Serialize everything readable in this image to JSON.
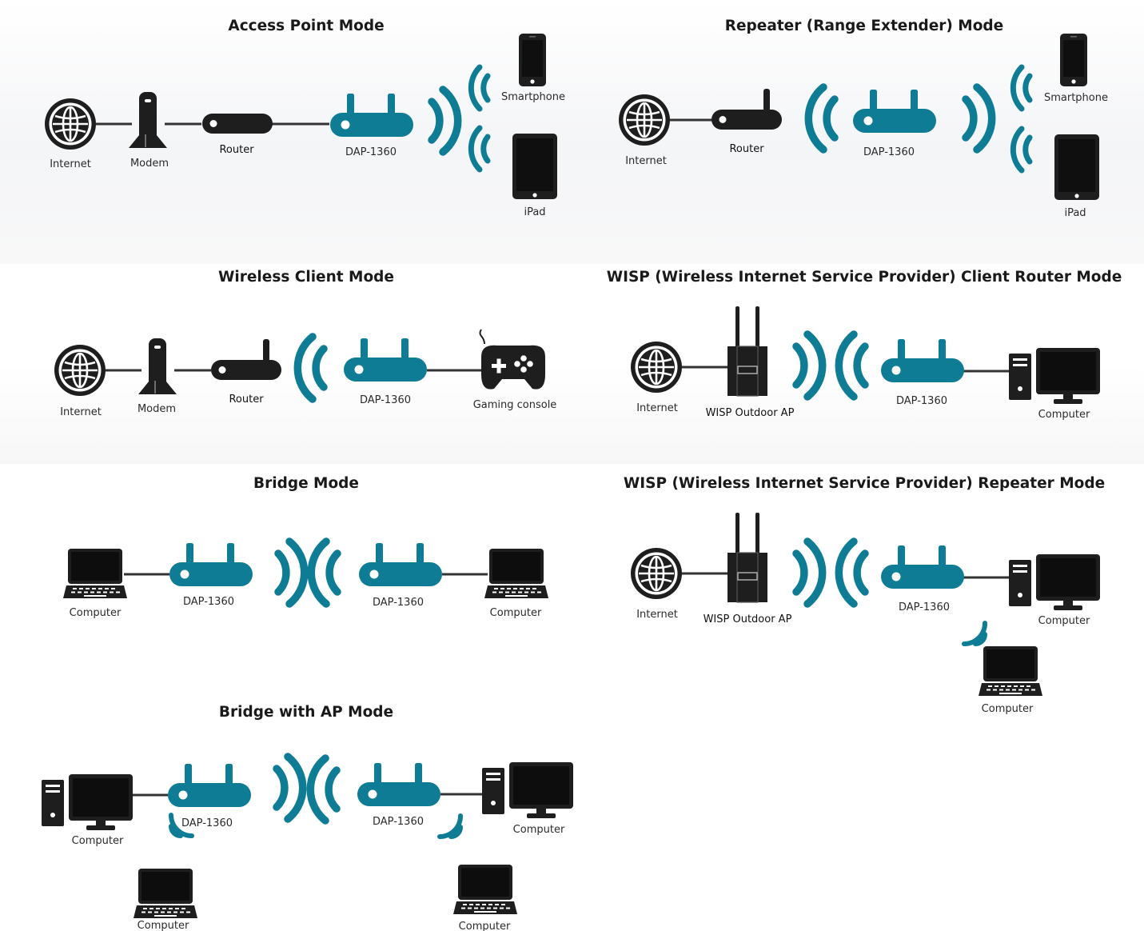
{
  "colors": {
    "accent": "#0f7c96",
    "device_dark": "#141414",
    "link": "#333333"
  },
  "sections": [
    {
      "title": "Access Point Mode",
      "labels": {
        "internet": "Internet",
        "modem": "Modem",
        "router": "Router",
        "dap": "DAP-1360",
        "smartphone": "Smartphone",
        "ipad": "iPad"
      }
    },
    {
      "title": "Repeater (Range Extender) Mode",
      "labels": {
        "internet": "Internet",
        "router": "Router",
        "dap": "DAP-1360",
        "smartphone": "Smartphone",
        "ipad": "iPad"
      }
    },
    {
      "title": "Wireless Client Mode",
      "labels": {
        "internet": "Internet",
        "modem": "Modem",
        "router": "Router",
        "dap": "DAP-1360",
        "console": "Gaming console"
      }
    },
    {
      "title": "WISP (Wireless Internet Service Provider) Client Router Mode",
      "labels": {
        "internet": "Internet",
        "wisp": "WISP Outdoor AP",
        "dap": "DAP-1360",
        "computer": "Computer"
      }
    },
    {
      "title": "Bridge Mode",
      "labels": {
        "computer1": "Computer",
        "dap1": "DAP-1360",
        "dap2": "DAP-1360",
        "computer2": "Computer"
      }
    },
    {
      "title": "WISP (Wireless Internet Service Provider) Repeater Mode",
      "labels": {
        "internet": "Internet",
        "wisp": "WISP Outdoor AP",
        "dap": "DAP-1360",
        "computer": "Computer",
        "laptop": "Computer"
      }
    },
    {
      "title": "Bridge with AP Mode",
      "labels": {
        "computer1": "Computer",
        "dap1": "DAP-1360",
        "dap2": "DAP-1360",
        "computer2": "Computer",
        "laptop1": "Computer",
        "laptop2": "Computer"
      }
    }
  ]
}
